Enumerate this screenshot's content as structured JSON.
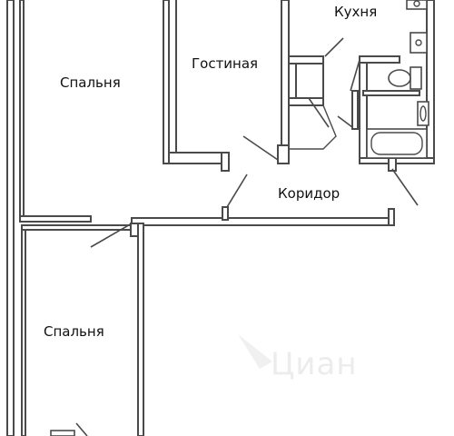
{
  "rooms": {
    "bedroom_top": "Спальня",
    "living_room": "Гостиная",
    "kitchen": "Кухня",
    "corridor": "Коридор",
    "bedroom_bottom": "Спальня"
  },
  "watermark": "Циан",
  "colors": {
    "wall": "#4a4a4a",
    "label": "#111111",
    "watermark": "#ececec"
  }
}
